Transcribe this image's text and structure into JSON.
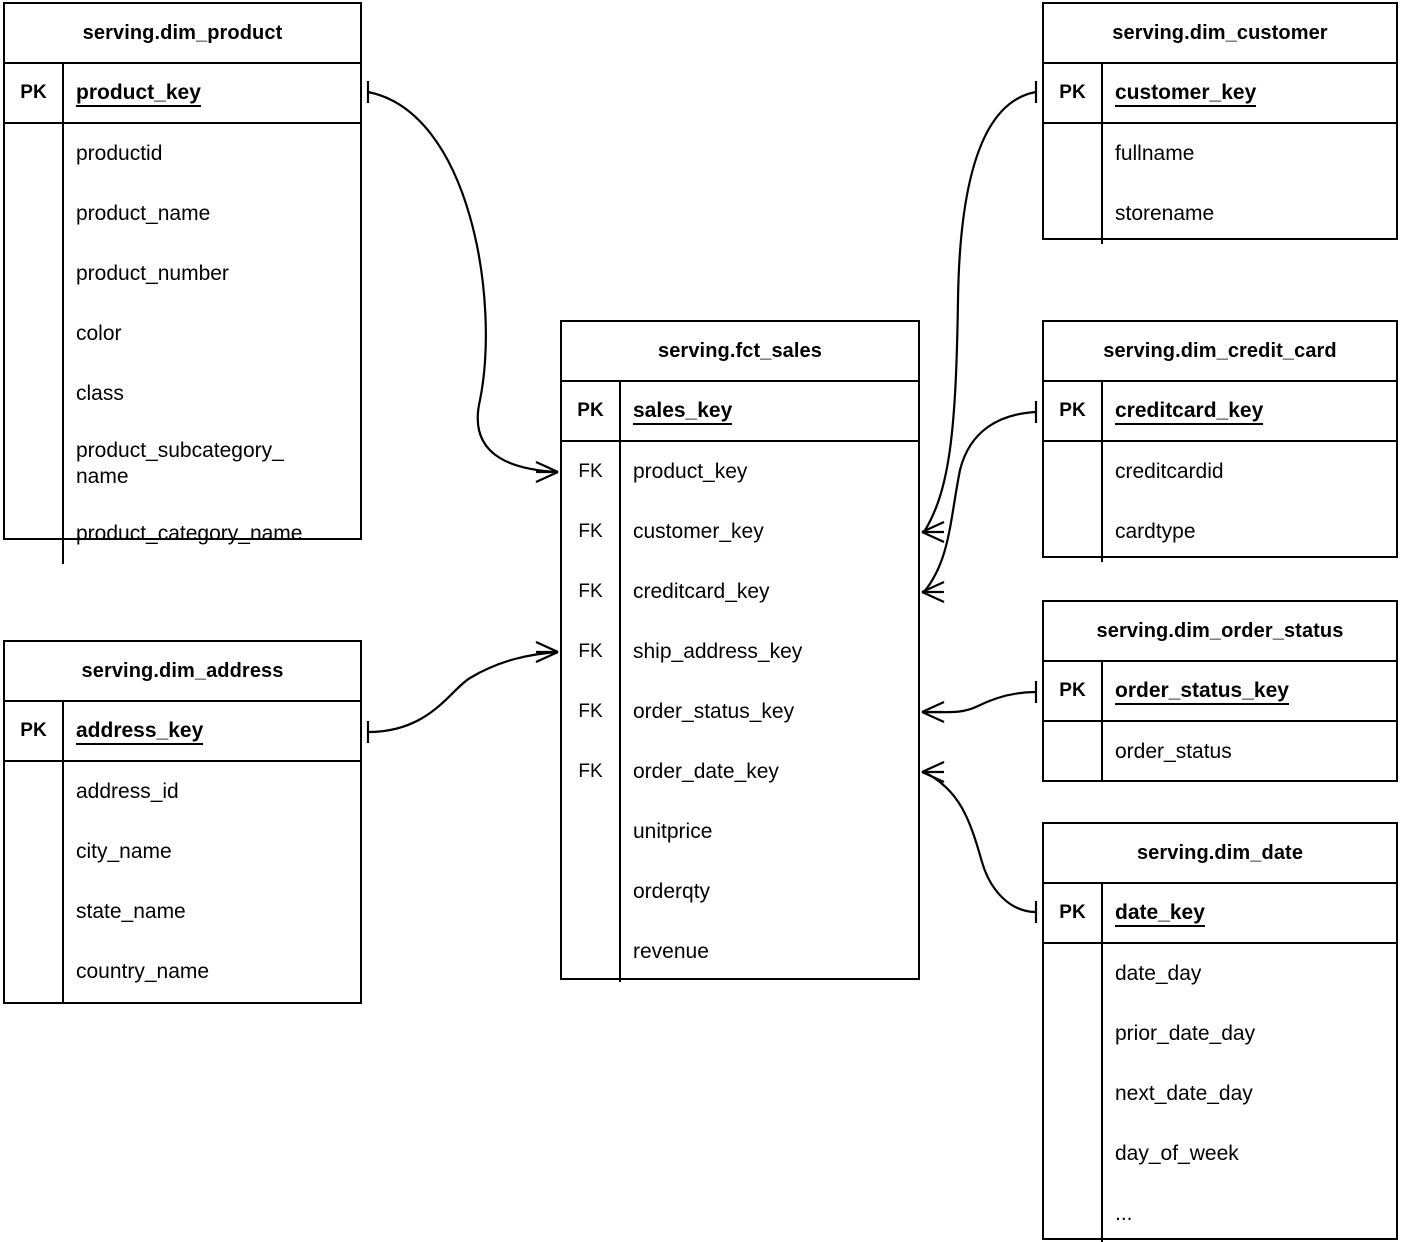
{
  "diagram": {
    "type": "entity-relationship-diagram",
    "notation": "crow's-foot",
    "background_color": "#ffffff",
    "line_color": "#000000"
  },
  "entities": {
    "dim_product": {
      "title": "serving.dim_product",
      "pk_marker": "PK",
      "pk_field": "product_key",
      "fields": [
        "productid",
        "product_name",
        "product_number",
        "color",
        "class",
        "product_subcategory_",
        "name",
        "product_category_name"
      ]
    },
    "dim_address": {
      "title": "serving.dim_address",
      "pk_marker": "PK",
      "pk_field": "address_key",
      "fields": [
        "address_id",
        "city_name",
        "state_name",
        "country_name"
      ]
    },
    "fct_sales": {
      "title": "serving.fct_sales",
      "pk_marker": "PK",
      "pk_field": "sales_key",
      "fk_marker": "FK",
      "fk_fields": [
        "product_key",
        "customer_key",
        "creditcard_key",
        "ship_address_key",
        "order_status_key",
        "order_date_key"
      ],
      "measure_fields": [
        "unitprice",
        "orderqty",
        "revenue"
      ]
    },
    "dim_customer": {
      "title": "serving.dim_customer",
      "pk_marker": "PK",
      "pk_field": "customer_key",
      "fields": [
        "fullname",
        "storename"
      ]
    },
    "dim_credit_card": {
      "title": "serving.dim_credit_card",
      "pk_marker": "PK",
      "pk_field": "creditcard_key",
      "fields": [
        "creditcardid",
        "cardtype"
      ]
    },
    "dim_order_status": {
      "title": "serving.dim_order_status",
      "pk_marker": "PK",
      "pk_field": "order_status_key",
      "fields": [
        "order_status"
      ]
    },
    "dim_date": {
      "title": "serving.dim_date",
      "pk_marker": "PK",
      "pk_field": "date_key",
      "fields": [
        "date_day",
        "prior_date_day",
        "next_date_day",
        "day_of_week",
        "..."
      ]
    }
  },
  "relationships": [
    {
      "from": "dim_product.product_key",
      "to": "fct_sales.product_key",
      "from_cardinality": "one",
      "to_cardinality": "many"
    },
    {
      "from": "dim_address.address_key",
      "to": "fct_sales.ship_address_key",
      "from_cardinality": "one",
      "to_cardinality": "many"
    },
    {
      "from": "dim_customer.customer_key",
      "to": "fct_sales.customer_key",
      "from_cardinality": "one",
      "to_cardinality": "many"
    },
    {
      "from": "dim_credit_card.creditcard_key",
      "to": "fct_sales.creditcard_key",
      "from_cardinality": "one",
      "to_cardinality": "many"
    },
    {
      "from": "dim_order_status.order_status_key",
      "to": "fct_sales.order_status_key",
      "from_cardinality": "one",
      "to_cardinality": "many"
    },
    {
      "from": "dim_date.date_key",
      "to": "fct_sales.order_date_key",
      "from_cardinality": "one",
      "to_cardinality": "many"
    }
  ]
}
